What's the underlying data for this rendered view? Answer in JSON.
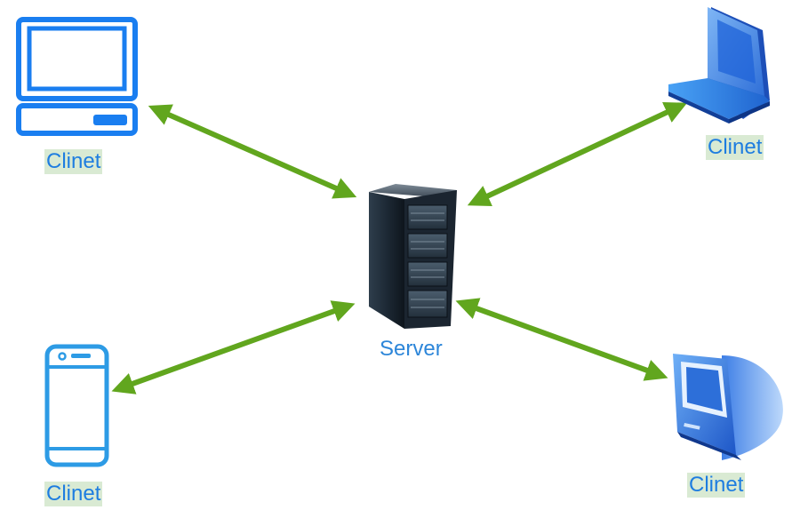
{
  "colors": {
    "arrow": "#61A61E",
    "label_text": "#1E7DE0",
    "label_bg": "#D9EAD3",
    "server_label_text": "#2D86D9",
    "server_label_bg": "#FFFFFF",
    "icon_blue": "#1A7EF0",
    "phone_blue": "#2D9BE5"
  },
  "nodes": {
    "client_top_left": {
      "label": "Clinet",
      "icon": "desktop-monitor-icon"
    },
    "client_top_right": {
      "label": "Clinet",
      "icon": "laptop-icon"
    },
    "server": {
      "label": "Server",
      "icon": "server-rack-icon"
    },
    "client_bottom_left": {
      "label": "Clinet",
      "icon": "smartphone-icon"
    },
    "client_bottom_right": {
      "label": "Clinet",
      "icon": "imac-computer-icon"
    }
  },
  "edges": [
    {
      "from": "client_top_left",
      "to": "server",
      "type": "bidirectional"
    },
    {
      "from": "client_top_right",
      "to": "server",
      "type": "bidirectional"
    },
    {
      "from": "client_bottom_left",
      "to": "server",
      "type": "bidirectional"
    },
    {
      "from": "client_bottom_right",
      "to": "server",
      "type": "bidirectional"
    }
  ]
}
